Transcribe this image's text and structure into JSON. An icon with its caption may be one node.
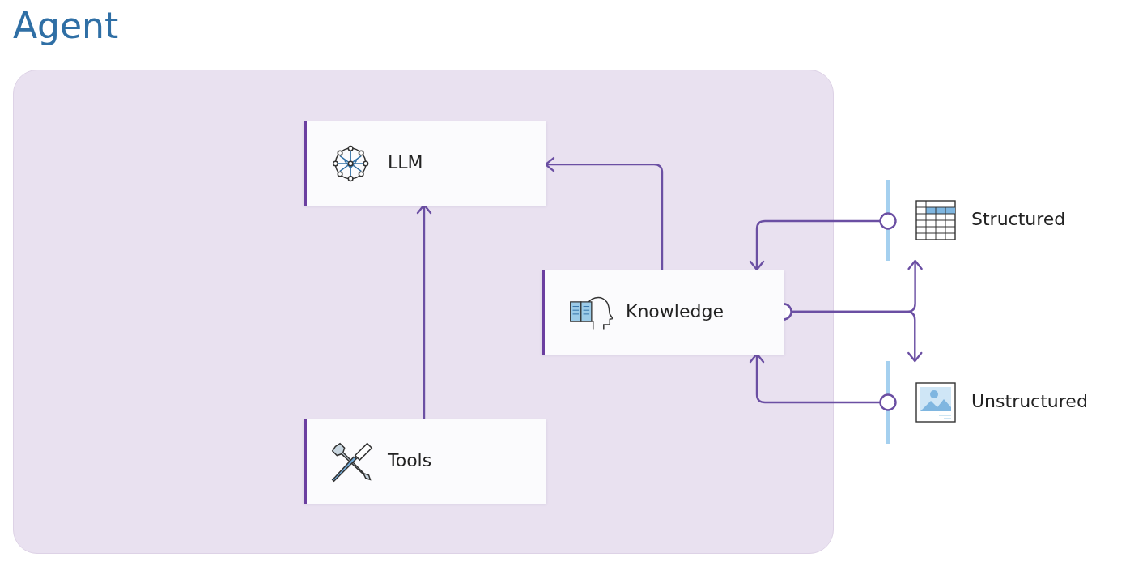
{
  "diagram": {
    "nodes": [
      {
        "text": [
          "Agent"
        ]
      },
      {
        "text": [
          "LLM"
        ],
        "in": 0
      },
      {
        "text": [
          "Knowledge"
        ],
        "in": 0
      },
      {
        "text": [
          "Tools"
        ],
        "in": 0
      },
      {
        "text": [
          "Structured"
        ]
      },
      {
        "text": [
          "Unstructured"
        ]
      }
    ],
    "edges": [
      {
        "from": 2,
        "to": 1,
        "arrow": "to"
      },
      {
        "from": 3,
        "to": 1,
        "arrow": "to"
      },
      {
        "from": 4,
        "to": 2,
        "arrow": "to"
      },
      {
        "from": 2,
        "to": 4,
        "arrow": "to"
      },
      {
        "from": 2,
        "to": 5,
        "arrow": "to"
      },
      {
        "from": 5,
        "to": 2,
        "arrow": "to"
      }
    ]
  }
}
